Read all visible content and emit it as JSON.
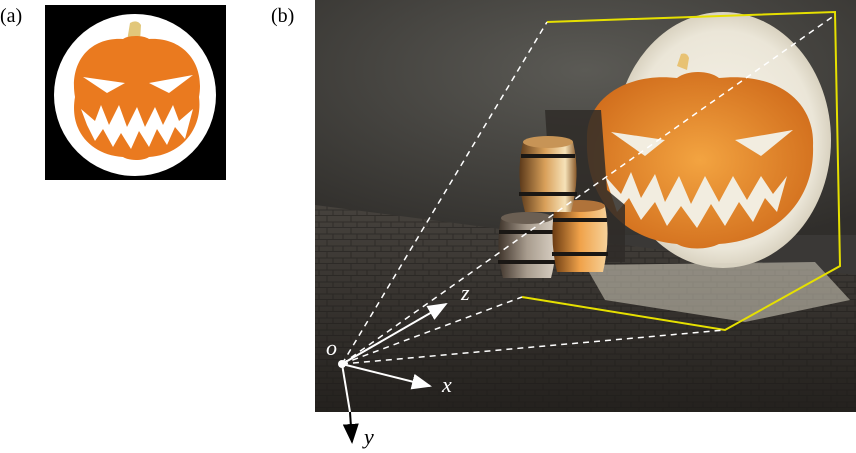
{
  "panel_labels": {
    "a": "(a)",
    "b": "(b)"
  },
  "axes": {
    "origin": "o",
    "x": "x",
    "y": "y",
    "z": "z"
  },
  "colors": {
    "pumpkin_orange": "#e8771f",
    "frustum_yellow": "#e6e000",
    "spotlight_white": "#f2efe6",
    "wall_stone": "#4a4844",
    "floor_stone": "#3b3733"
  }
}
